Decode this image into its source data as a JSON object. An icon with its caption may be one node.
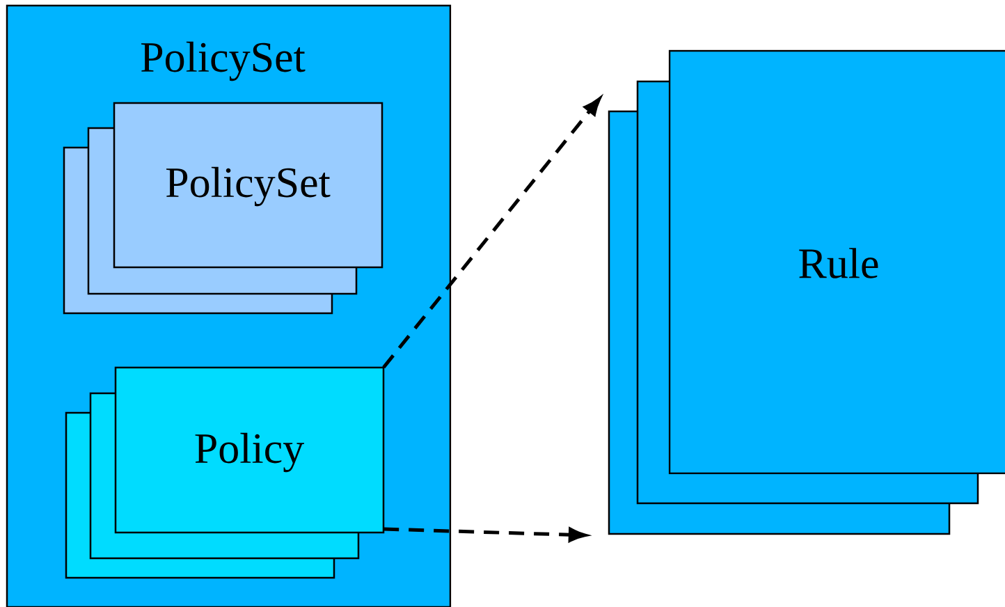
{
  "diagram": {
    "nodes": [
      {
        "text": [
          "PolicySet"
        ]
      },
      {
        "text": [
          "PolicySet"
        ],
        "in": 0
      },
      {
        "text": [
          "Policy"
        ],
        "in": 0
      },
      {
        "text": [
          "Rule"
        ]
      }
    ],
    "edges": [
      {
        "from": 2,
        "to": 3,
        "arrow": "to",
        "style": "dashed"
      },
      {
        "from": 2,
        "to": 3,
        "arrow": "to",
        "style": "dashed"
      }
    ]
  }
}
